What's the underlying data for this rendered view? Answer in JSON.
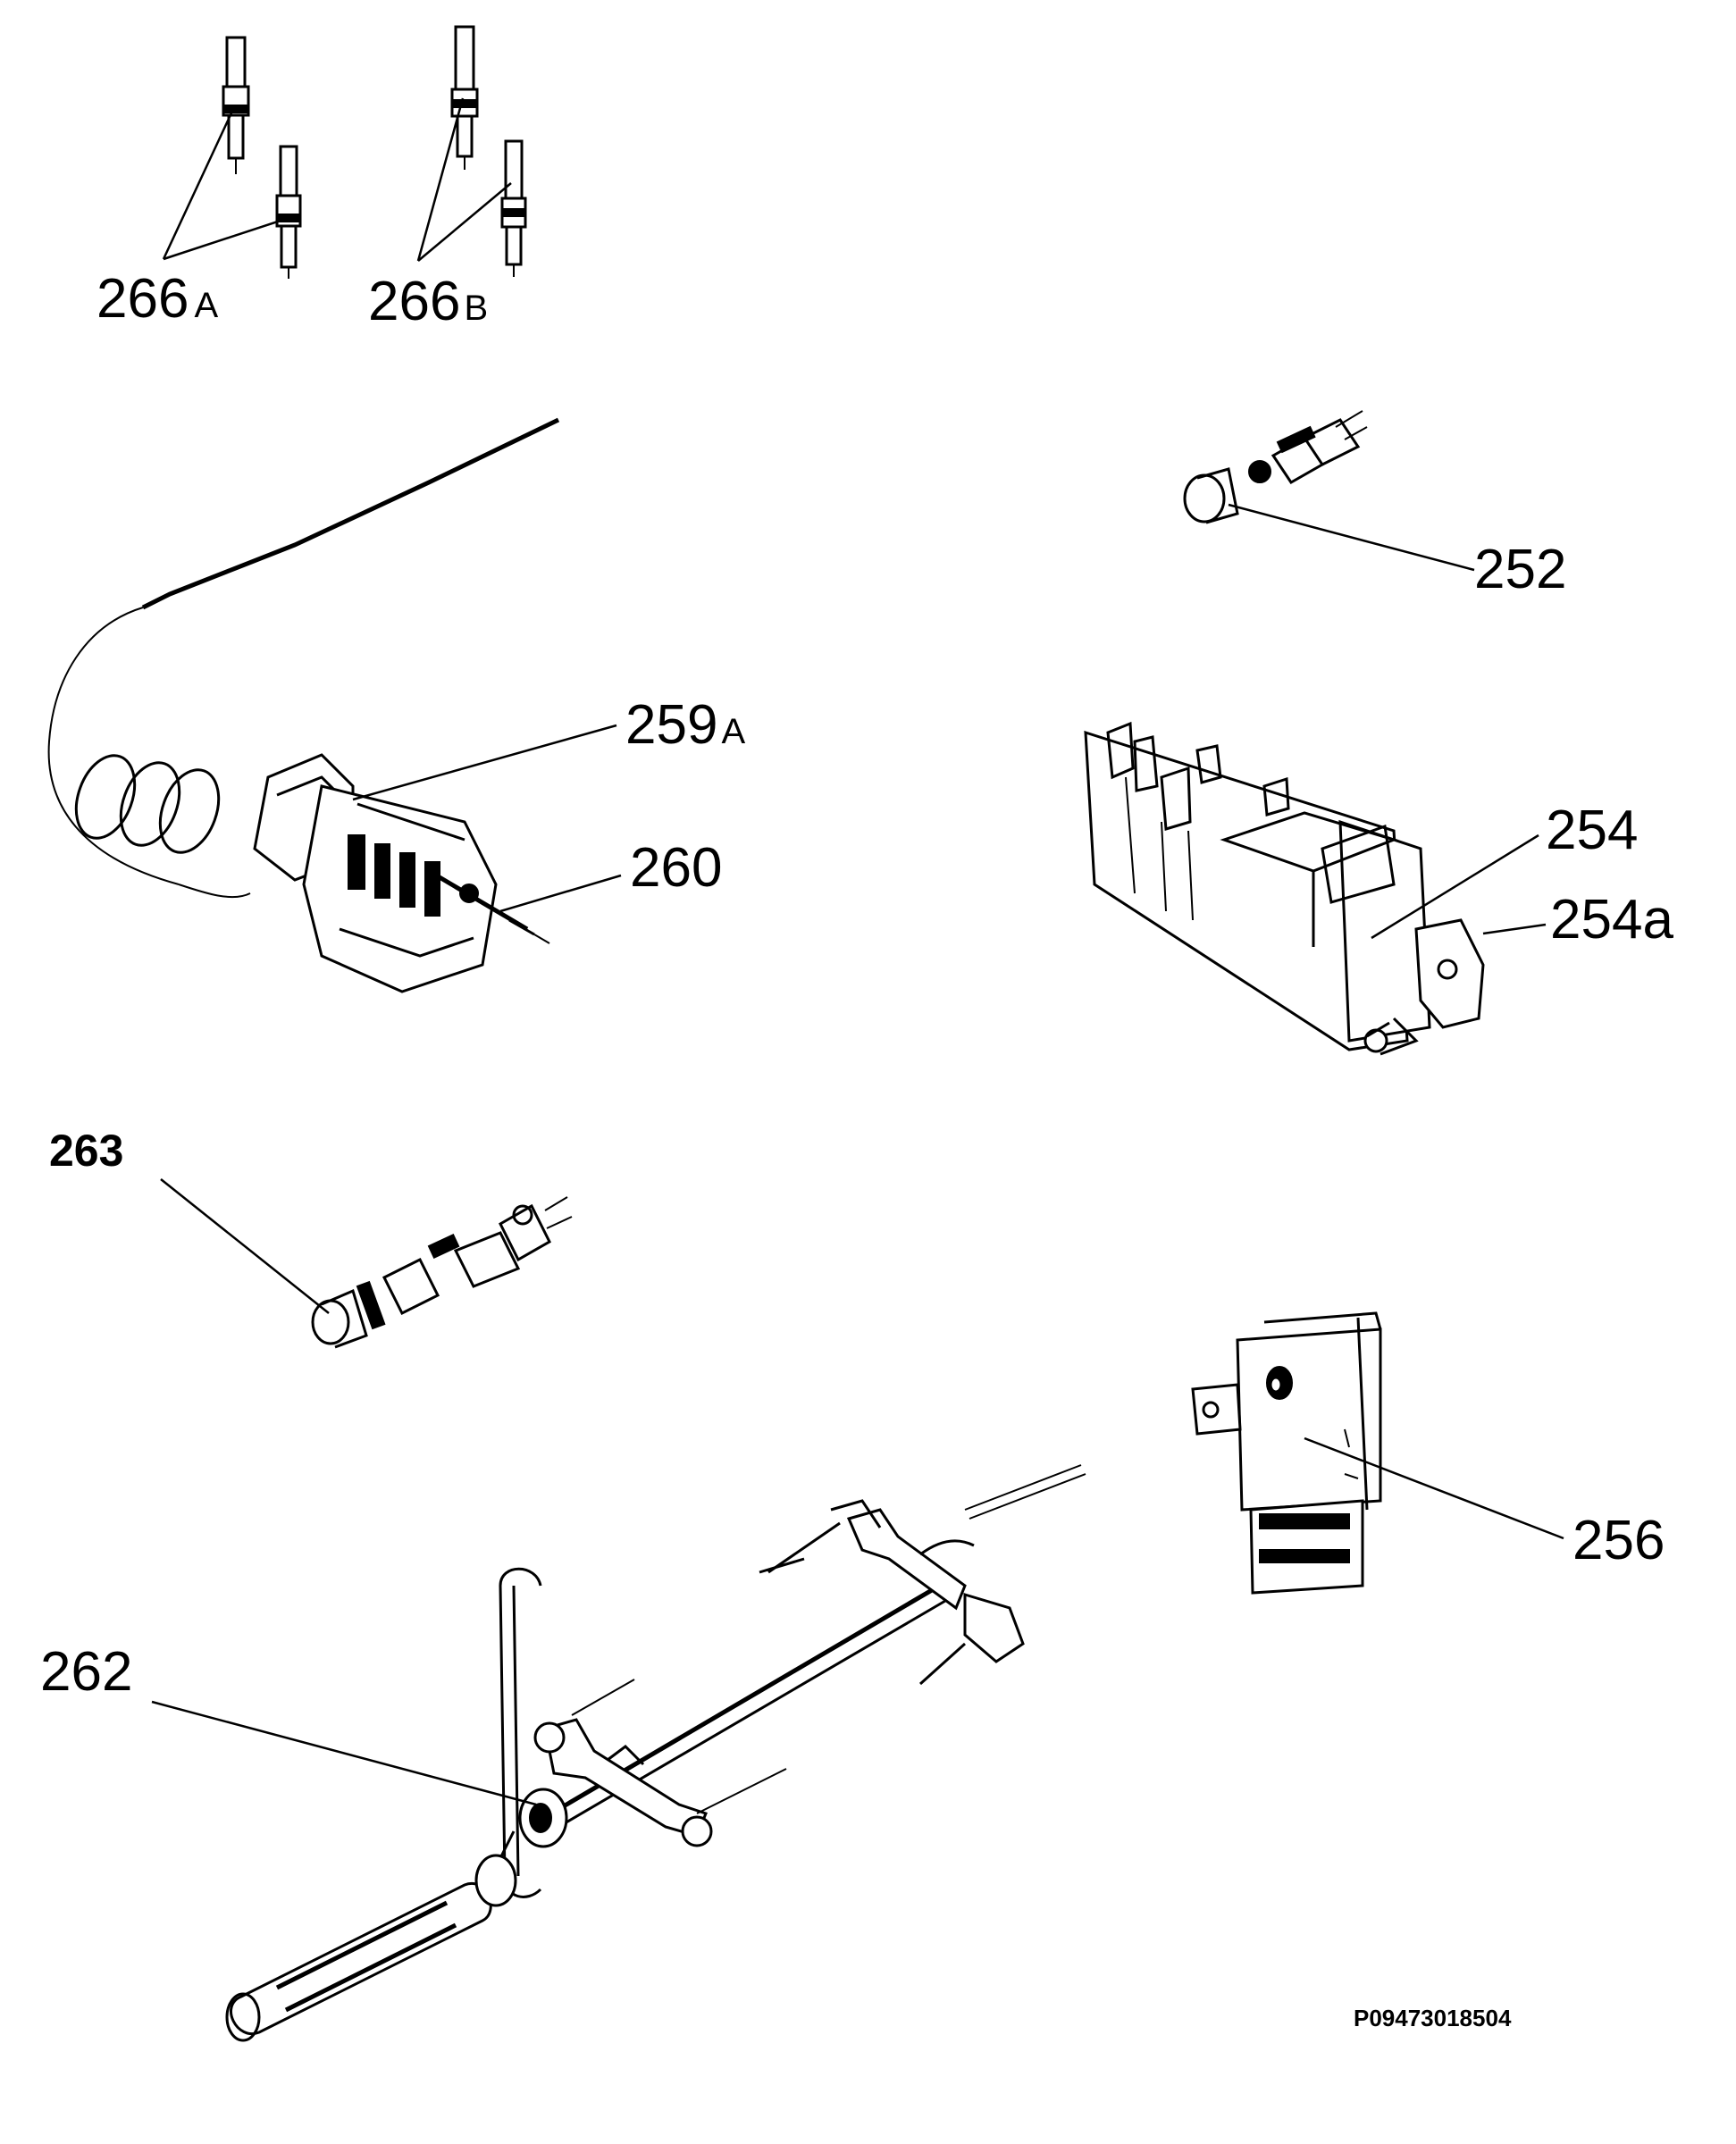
{
  "labels": {
    "p266a_num": "266",
    "p266a_suffix": "A",
    "p266b_num": "266",
    "p266b_suffix": "B",
    "p252": "252",
    "p259a_num": "259",
    "p259a_suffix": "A",
    "p260": "260",
    "p254": "254",
    "p254a": "254a",
    "p263": "263",
    "p256": "256",
    "p262": "262"
  },
  "document_code": "P09473018504"
}
